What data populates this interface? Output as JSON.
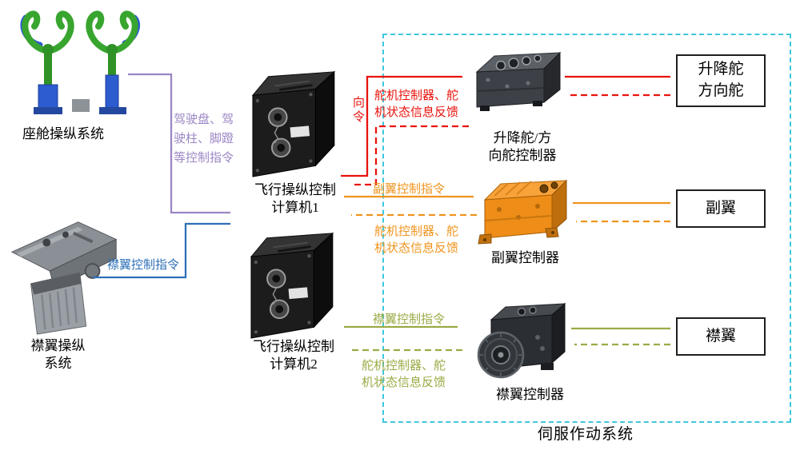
{
  "sources": {
    "cockpit": {
      "label": "座舱操纵系统"
    },
    "flap": {
      "line1": "襟翼操纵",
      "line2": "系统"
    }
  },
  "computers": {
    "fcc1": {
      "line1": "飞行操纵控制",
      "line2": "计算机1"
    },
    "fcc2": {
      "line1": "飞行操纵控制",
      "line2": "计算机2"
    }
  },
  "servo_system": {
    "title": "伺服作动系统",
    "controllers": {
      "elevator_rudder": {
        "line1": "升降舵/方",
        "line2": "向舵控制器"
      },
      "aileron": {
        "label": "副翼控制器"
      },
      "flap": {
        "label": "襟翼控制器"
      }
    },
    "surfaces": {
      "elevator_rudder": {
        "line1": "升降舵",
        "line2": "方向舵"
      },
      "aileron": {
        "label": "副翼"
      },
      "flap": {
        "label": "襟翼"
      }
    }
  },
  "signals": {
    "cockpit_command": {
      "line1": "驾驶盘、驾",
      "line2": "驶柱、脚蹬",
      "line3": "等控制指令",
      "color": "#9b86c4"
    },
    "flap_input_command": {
      "label": "襟翼控制指令",
      "color": "#2e6fb7"
    },
    "elevator_command": {
      "label": "向令",
      "color": "#e8130d"
    },
    "elevator_feedback": {
      "line1": "舵机控制器、舵",
      "line2": "机状态信息反馈",
      "color": "#e8130d"
    },
    "aileron_command": {
      "label": "副翼控制指令",
      "color": "#f0941e"
    },
    "aileron_feedback": {
      "line1": "舵机控制器、舵",
      "line2": "机状态信息反馈",
      "color": "#f0941e"
    },
    "flap_command": {
      "label": "襟翼控制指令",
      "color": "#9aab45"
    },
    "flap_feedback": {
      "line1": "舵机控制器、舵",
      "line2": "机状态信息反馈",
      "color": "#9aab45"
    }
  },
  "colors": {
    "boundary_cyan": "#3ec7db",
    "command_red": "#e8130d",
    "aileron_orange": "#f0941e",
    "flap_olive": "#9aab45",
    "cockpit_purple": "#9b86c4",
    "flap_input_blue": "#2e6fb7"
  }
}
